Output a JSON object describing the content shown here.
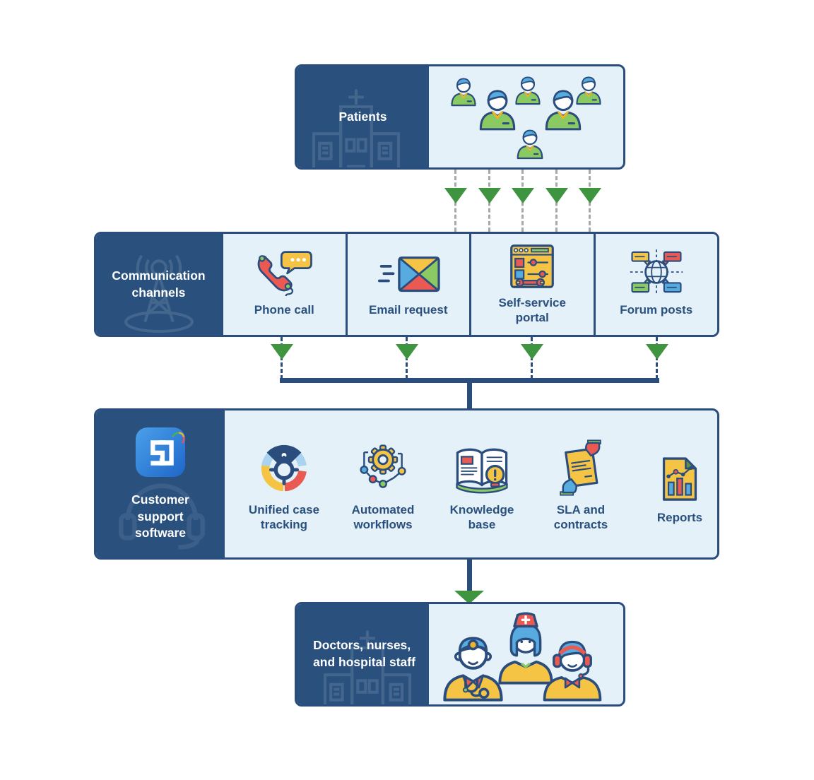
{
  "palette": {
    "panel_navy": "#2a517e",
    "outline_navy": "#2a4d7e",
    "light_blue_fill": "#e4f1f9",
    "arrow_green": "#3f9440",
    "label_text_navy": "#29507f",
    "icon_yellow": "#f6c445",
    "icon_red": "#ea5a52",
    "icon_green": "#8bc963",
    "icon_blue": "#57abdf"
  },
  "patients": {
    "label": "Patients"
  },
  "channels": {
    "label": "Communication\nchannels",
    "items": [
      {
        "label": "Phone call",
        "icon": "phone-icon"
      },
      {
        "label": "Email request",
        "icon": "email-icon"
      },
      {
        "label": "Self-service\nportal",
        "icon": "self-service-portal-icon"
      },
      {
        "label": "Forum posts",
        "icon": "forum-posts-icon"
      }
    ]
  },
  "software": {
    "label": "Customer\nsupport\nsoftware",
    "items": [
      {
        "label": "Unified case\ntracking",
        "icon": "case-tracking-icon"
      },
      {
        "label": "Automated\nworkflows",
        "icon": "workflows-icon"
      },
      {
        "label": "Knowledge\nbase",
        "icon": "knowledge-base-icon"
      },
      {
        "label": "SLA and\ncontracts",
        "icon": "sla-contracts-icon"
      },
      {
        "label": "Reports",
        "icon": "reports-icon"
      }
    ]
  },
  "staff": {
    "label": "Doctors, nurses,\nand hospital staff"
  }
}
